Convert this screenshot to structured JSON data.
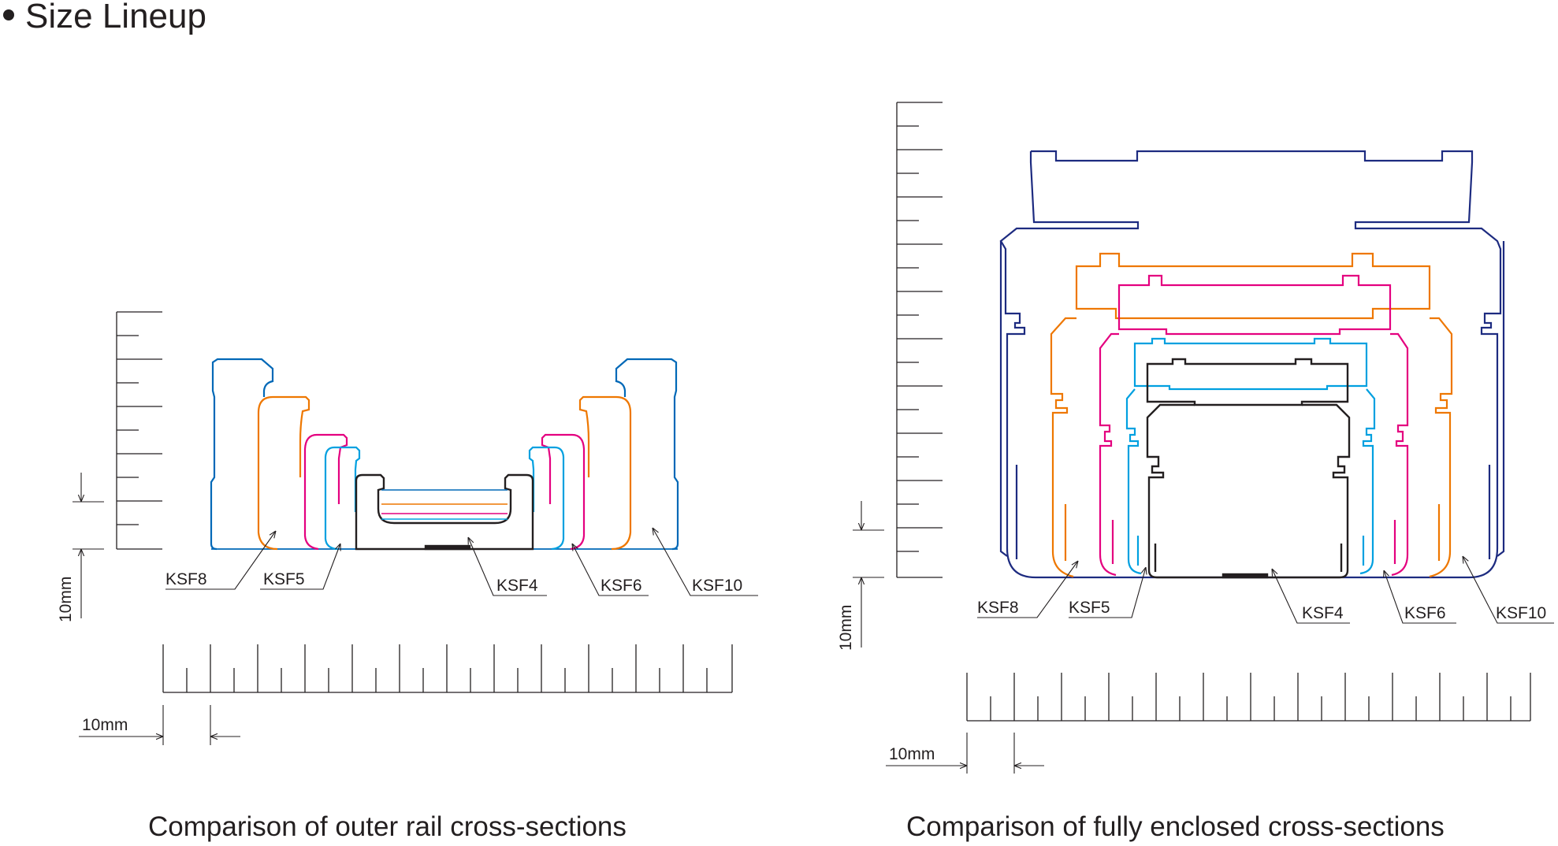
{
  "heading": "Size Lineup",
  "diagrams": [
    {
      "caption": "Comparison of outer rail cross-sections",
      "labels": [
        "KSF8",
        "KSF5",
        "KSF4",
        "KSF6",
        "KSF10"
      ],
      "scale_label_vertical": "10mm",
      "scale_label_horizontal": "10mm"
    },
    {
      "caption": "Comparison of fully enclosed cross-sections",
      "labels": [
        "KSF8",
        "KSF5",
        "KSF4",
        "KSF6",
        "KSF10"
      ],
      "scale_label_vertical": "10mm",
      "scale_label_horizontal": "10mm"
    }
  ],
  "colors": {
    "KSF4": "#231f20",
    "KSF5": "#00a0e0",
    "KSF6": "#e4007f",
    "KSF8": "#ee7700",
    "KSF10": "#1d2b80",
    "KSF10_rail": "#0068b7"
  }
}
